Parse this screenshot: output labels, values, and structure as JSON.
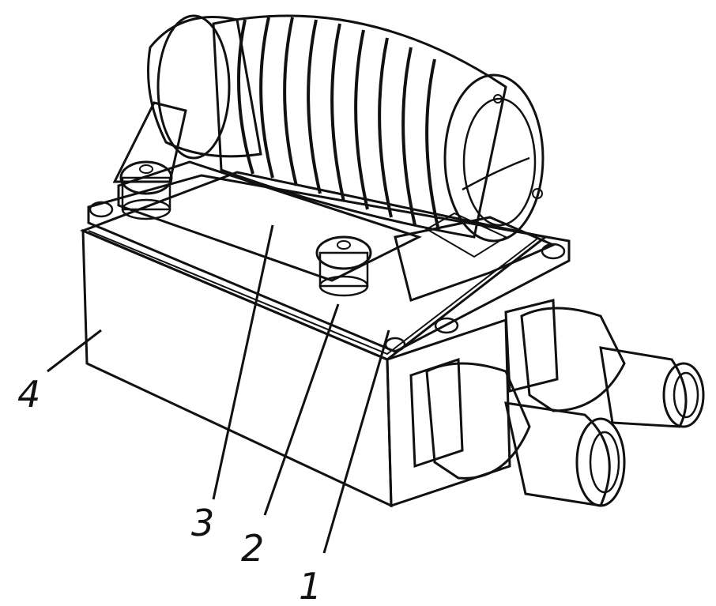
{
  "figure": {
    "kind": "technical line drawing",
    "colors": {
      "ink": "#111111",
      "background": "#ffffff"
    },
    "callouts": [
      {
        "id": "1",
        "label": "1"
      },
      {
        "id": "2",
        "label": "2"
      },
      {
        "id": "3",
        "label": "3"
      },
      {
        "id": "4",
        "label": "4"
      }
    ]
  }
}
